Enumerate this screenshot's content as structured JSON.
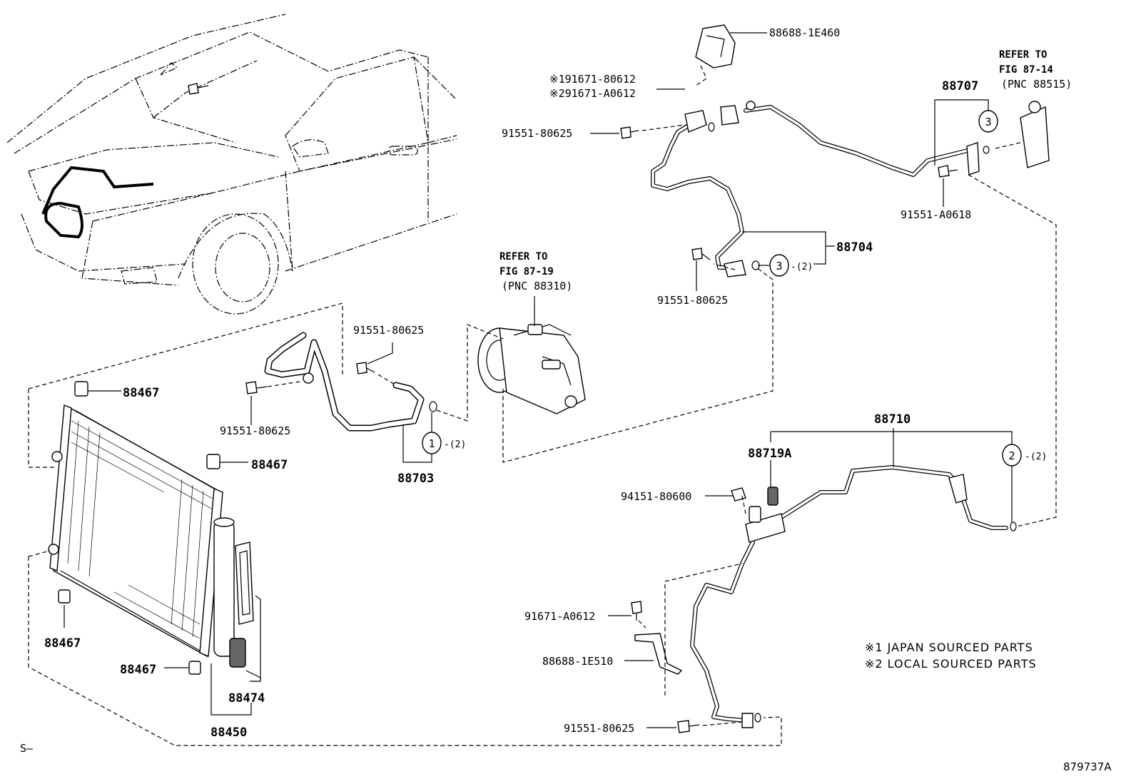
{
  "diagram": {
    "figure_code": "879737A",
    "corner_mark": "S–",
    "notes": [
      "※1 JAPAN SOURCED PARTS",
      "※2 LOCAL SOURCED PARTS"
    ],
    "references": {
      "fig_87_14": {
        "line1": "REFER TO",
        "line2": "FIG 87-14",
        "line3": "(PNC 88515)"
      },
      "fig_87_19": {
        "line1": "REFER TO",
        "line2": "FIG 87-19",
        "line3": "(PNC 88310)"
      }
    },
    "callouts": {
      "c1": "1",
      "c2": "2",
      "c3a": "3",
      "c3b": "3",
      "qty_c1": "-(2)",
      "qty_c2": "-(2)",
      "qty_c3": "-(2)"
    },
    "labels": {
      "p88688_1E460": "88688-1E460",
      "p91671_80612": "※191671-80612",
      "p91671_A0612_b": "※291671-A0612",
      "p91551_80625_top": "91551-80625",
      "p88707": "88707",
      "p91551_A0618": "91551-A0618",
      "p88704": "88704",
      "p91551_80625_mid": "91551-80625",
      "p91551_80625_comp": "91551-80625",
      "p91551_80625_left": "91551-80625",
      "p88703": "88703",
      "p88467_a": "88467",
      "p88467_b": "88467",
      "p88467_c": "88467",
      "p88467_d": "88467",
      "p88474": "88474",
      "p88450": "88450",
      "p88710": "88710",
      "p88719A": "88719A",
      "p94151_80600": "94151-80600",
      "p91671_A0612": "91671-A0612",
      "p88688_1E510": "88688-1E510",
      "p91551_80625_bottom": "91551-80625"
    }
  }
}
